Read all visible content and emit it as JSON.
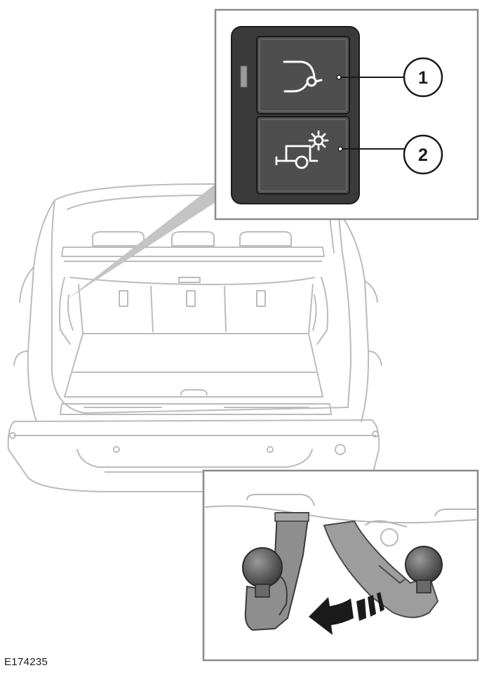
{
  "figure_id": "E174235",
  "callouts": [
    {
      "number": "1",
      "target": "tow-hitch-release-switch"
    },
    {
      "number": "2",
      "target": "trailer-light-test-switch"
    }
  ],
  "icons": {
    "switch1": "tow-hitch-icon",
    "switch2": "trailer-light-icon",
    "arrow": "motion-arrow-icon"
  },
  "colors": {
    "switch_panel": "#3c3c3c",
    "switch_face": "#4d4d4d",
    "outline": "#8a8a8a",
    "towbar": "#7a7a7a",
    "ball": "#5f5f5f",
    "vehicle_line": "#bcbcbc"
  }
}
